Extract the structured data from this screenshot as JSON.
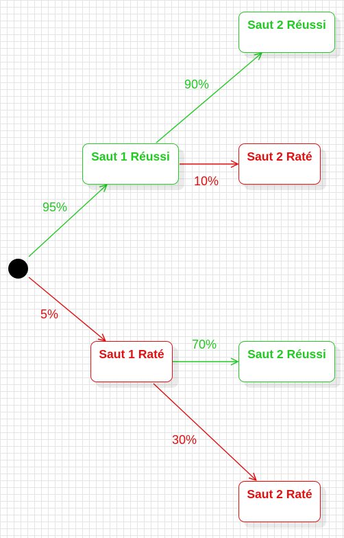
{
  "colors": {
    "success": "#22c922",
    "failure": "#e01010",
    "start": "#000000"
  },
  "nodes": {
    "s1_success": "Saut 1 Réussi",
    "s1_fail": "Saut 1 Raté",
    "s2_success_a": "Saut 2 Réussi",
    "s2_fail_a": "Saut 2 Raté",
    "s2_success_b": "Saut 2 Réussi",
    "s2_fail_b": "Saut 2 Raté"
  },
  "edges": {
    "start_to_s1_success": "95%",
    "start_to_s1_fail": "5%",
    "s1_success_to_s2_success": "90%",
    "s1_success_to_s2_fail": "10%",
    "s1_fail_to_s2_success": "70%",
    "s1_fail_to_s2_fail": "30%"
  }
}
